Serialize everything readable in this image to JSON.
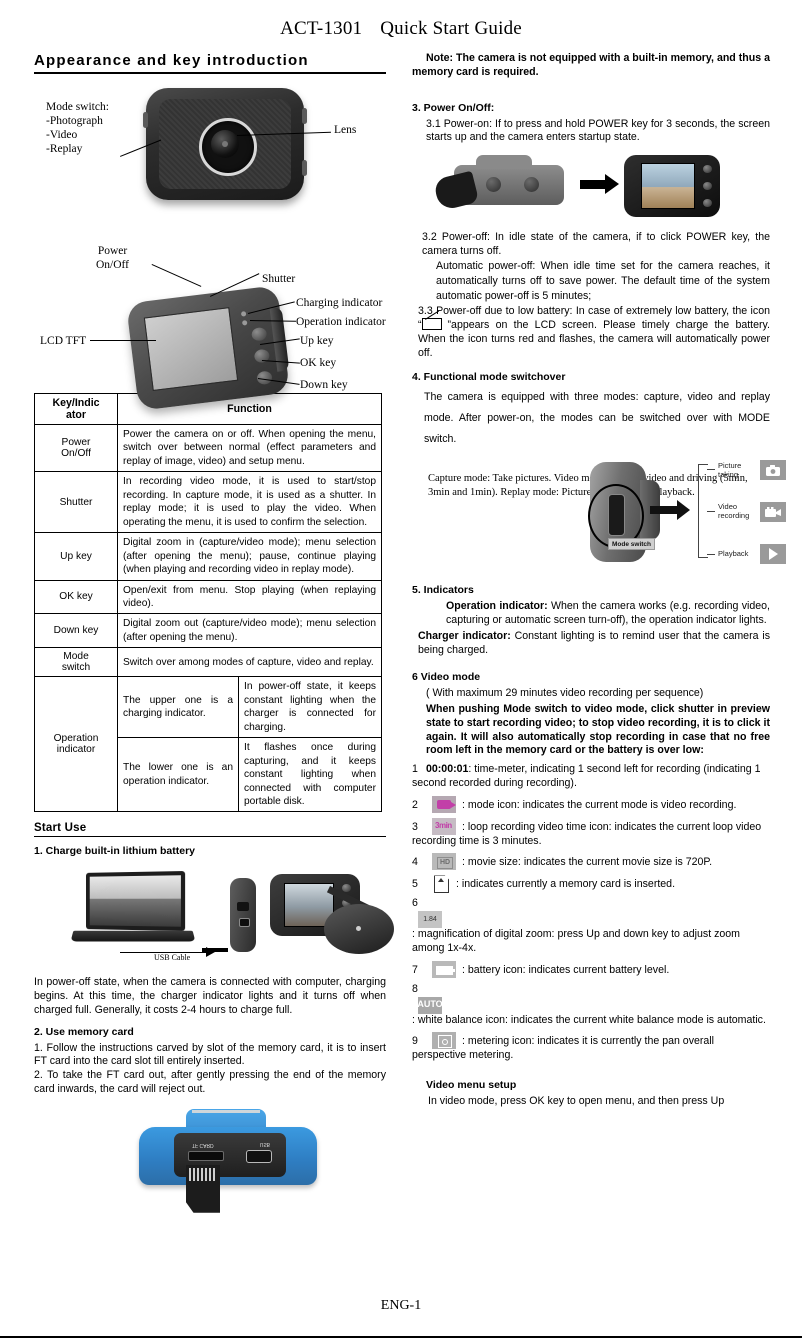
{
  "title": {
    "model": "ACT-1301",
    "name": "Quick Start Guide"
  },
  "footer": {
    "page": "ENG-1"
  },
  "left": {
    "section_heading": "Appearance  and  key  introduction",
    "diagram_front": {
      "mode_switch_label": "Mode switch:\n-Photograph\n-Video\n-Replay",
      "lens_label": "Lens"
    },
    "diagram_back": {
      "power_label": "Power\nOn/Off",
      "shutter_label": "Shutter",
      "charging_label": "Charging indicator",
      "operation_label": "Operation indicator",
      "up_label": "Up key",
      "ok_label": "OK key",
      "down_label": "Down key",
      "lcd_label": "LCD TFT"
    },
    "table": {
      "headers": [
        "Key/Indicator",
        "Function"
      ],
      "header_key_line1": "Key/Indic",
      "header_key_line2": "ator",
      "rows": [
        {
          "key": "Power On/Off",
          "key_line1": "Power",
          "key_line2": "On/Off",
          "function": "Power the camera on or off. When opening the menu, switch over between normal (effect parameters and replay of image, video) and setup menu."
        },
        {
          "key": "Shutter",
          "function": "In recording video mode, it is used to start/stop recording. In capture mode, it is used as a shutter. In replay mode; it is used to play the video. When operating the menu, it is used to confirm the selection."
        },
        {
          "key": "Up key",
          "function": "Digital zoom in (capture/video mode); menu selection (after opening the menu); pause, continue playing (when playing and recording video in replay mode)."
        },
        {
          "key": "OK key",
          "function": "Open/exit from menu. Stop playing (when replaying video)."
        },
        {
          "key": "Down key",
          "function": "Digital zoom out (capture/video mode); menu selection (after opening the menu)."
        },
        {
          "key": "Mode switch",
          "key_line1": "Mode",
          "key_line2": "switch",
          "function": "Switch over among modes of capture, video and replay."
        }
      ],
      "operation_row": {
        "key": "Operation indicator",
        "key_line1": "Operation",
        "key_line2": "indicator",
        "sub_rows": [
          {
            "label": "The upper one is a charging indicator.",
            "desc": "In power-off state, it keeps constant lighting when the charger is connected for charging."
          },
          {
            "label": "The lower one is an operation indicator.",
            "desc": "It flashes once during capturing, and it keeps constant lighting when connected with computer portable disk."
          }
        ]
      }
    },
    "start_use_heading": "Start Use",
    "charge_heading": "1. Charge built-in lithium battery",
    "usb_cable_label": "USB Cable",
    "charge_text": "In power-off state, when the camera is connected with computer, charging begins. At this time, the charger indicator lights and it turns off when charged full. Generally, it costs 2-4 hours to charge full.",
    "memory_heading": "2. Use memory card",
    "memory_items": [
      "1. Follow the instructions carved by slot of the memory card, it is to insert FT card into the card slot till entirely inserted.",
      "2. To take the FT card out, after gently pressing the end of the memory card inwards, the card will reject out."
    ],
    "port_labels": {
      "tf": "TF CARD",
      "usb": "USB"
    }
  },
  "right": {
    "note": "Note: The camera is not equipped with a built-in memory, and thus a memory card is required.",
    "power_heading": "3. Power On/Off:",
    "power_on": "3.1 Power-on: If to press and hold POWER key for 3 seconds, the screen starts up and the camera enters startup state.",
    "power_off_1": "3.2 Power-off: In idle state of the camera, if to click POWER key, the camera turns off.",
    "power_off_auto": "Automatic power-off: When idle time set for the camera reaches, it automatically turns off to save power. The default time of the system automatic power-off is 5 minutes;",
    "power_off_low_a": "3.3 Power-off due to low battery: In case of extremely low battery, the icon   “",
    "power_off_low_b": "”appears on the LCD screen. Please timely charge the battery. When the icon turns red and flashes, the camera will automatically power off.",
    "mode_heading": "4. Functional mode switchover",
    "mode_text": "The camera is equipped with three modes: capture, video and replay mode. After power-on, the modes can be switched over with MODE switch.",
    "mode_desc": "Capture mode: Take pictures.\nVideo mode: Record video and\ndriving (5min, 3min and 1min).\nReplay mode: Picture and video\nfile playback.",
    "mode_switch_tag": "Mode switch",
    "mode_options": [
      {
        "label": "Picture\ntaking",
        "icon": "camera-icon"
      },
      {
        "label": "Video\nrecording",
        "icon": "video-icon"
      },
      {
        "label": "Playback",
        "icon": "play-icon"
      }
    ],
    "indicators_heading": "5. Indicators",
    "operation_indicator_label": "Operation indicator:",
    "operation_indicator_text": " When the camera works (e.g. recording video, capturing or automatic screen turn-off), the operation indicator lights.",
    "charger_indicator_label": "Charger indicator:",
    "charger_indicator_text": " Constant lighting is to remind user that the camera is being charged.",
    "video_heading": "6 Video mode",
    "video_sub": "( With maximum 29 minutes video recording per sequence)",
    "video_bold": "When pushing Mode switch to video mode, click shutter in preview state to start recording video; to stop video recording, it is to click it again. It will also automatically stop recording in case that no free room left in the memory card or the battery is over low:",
    "osd_items": [
      {
        "num": "1",
        "icon": "",
        "icon_text": "00:00:01",
        "text": ": time-meter, indicating 1 second left for recording (indicating 1 second recorded during recording)."
      },
      {
        "num": "2",
        "icon": "video-mode-icon",
        "icon_text": "",
        "text": ": mode icon: indicates the current mode is video recording."
      },
      {
        "num": "3",
        "icon": "loop-time-icon",
        "icon_text": "3min",
        "text": ": loop recording video time icon: indicates the current loop video recording time is 3 minutes."
      },
      {
        "num": "4",
        "icon": "movie-size-icon",
        "icon_text": "HD",
        "text": ": movie size: indicates the current movie size is 720P."
      },
      {
        "num": "5",
        "icon": "memory-card-icon",
        "icon_text": "",
        "text": ": indicates currently a memory card is inserted."
      },
      {
        "num": "6",
        "icon": "digital-zoom-icon",
        "icon_text": "1.84",
        "text": ": magnification of digital zoom: press Up and down key to adjust zoom among 1x-4x."
      },
      {
        "num": "7",
        "icon": "battery-icon",
        "icon_text": "",
        "text": ": battery icon: indicates current battery level."
      },
      {
        "num": "8",
        "icon": "white-balance-icon",
        "icon_text": "AUTO",
        "text": ": white balance icon: indicates the current white balance mode is automatic."
      },
      {
        "num": "9",
        "icon": "metering-icon",
        "icon_text": "",
        "text": ": metering icon: indicates it is currently the pan overall perspective metering."
      }
    ],
    "menu_heading": "Video menu setup",
    "menu_text": "In video mode, press OK key to open menu, and then press Up"
  }
}
